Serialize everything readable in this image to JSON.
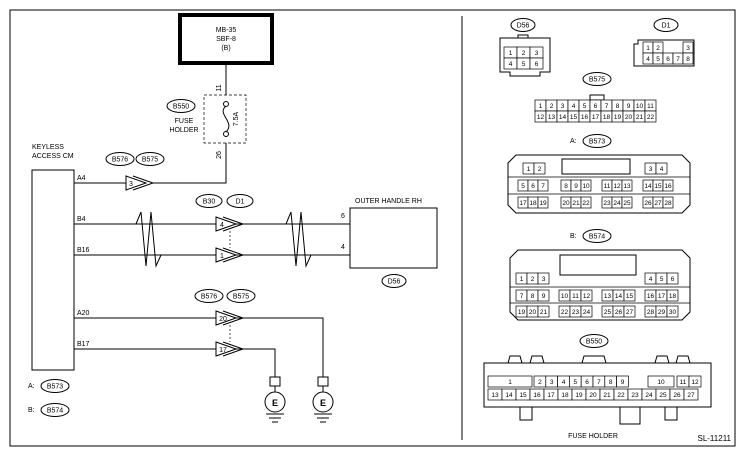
{
  "power_source": {
    "line1": "MB-35",
    "line2": "SBF-8",
    "line3": "(B)"
  },
  "fuse": {
    "badge": "B550",
    "label_line1": "FUSE",
    "label_line2": "HOLDER",
    "rating": "7.5A",
    "pin_top": "11",
    "pin_bottom": "26"
  },
  "keyless_cm": {
    "label_line1": "KEYLESS",
    "label_line2": "ACCESS CM",
    "pins": [
      "A4",
      "B4",
      "B16",
      "A20",
      "B17"
    ]
  },
  "connector_badges": {
    "top_left": "B576",
    "top_right": "B575",
    "mid_left": "B30",
    "mid_right": "D1",
    "low_left": "B576",
    "low_right": "B575",
    "handle": "D56"
  },
  "junction_pins": {
    "a4": "3",
    "b4": "4",
    "b16": "1",
    "a20": "20",
    "b17": "17"
  },
  "outer_handle": {
    "label": "OUTER HANDLE RH",
    "pin6": "6",
    "pin4": "4"
  },
  "legend": [
    {
      "key": "A:",
      "badge": "B573"
    },
    {
      "key": "B:",
      "badge": "B574"
    }
  ],
  "ground_label": "E",
  "right_panel": {
    "d56": {
      "badge": "D56",
      "pins": [
        "1",
        "2",
        "3",
        "4",
        "5",
        "6"
      ]
    },
    "d1": {
      "badge": "D1",
      "pins": [
        "1",
        "2",
        "3",
        "4",
        "5",
        "6",
        "7",
        "8"
      ]
    },
    "b575": {
      "badge": "B575",
      "row1": [
        "1",
        "2",
        "3",
        "4",
        "5",
        "6",
        "7",
        "8",
        "9",
        "10",
        "11"
      ],
      "row2": [
        "12",
        "13",
        "14",
        "15",
        "16",
        "17",
        "18",
        "19",
        "20",
        "21",
        "22"
      ]
    },
    "b573": {
      "prefix": "A:",
      "badge": "B573",
      "r1a": [
        "1",
        "2"
      ],
      "r1b": [
        "3",
        "4"
      ],
      "r2a": [
        "5",
        "6",
        "7"
      ],
      "r2b": [
        "8",
        "9",
        "10"
      ],
      "r2c": [
        "11",
        "12",
        "13"
      ],
      "r2d": [
        "14",
        "15",
        "16"
      ],
      "r3a": [
        "17",
        "18",
        "19"
      ],
      "r3b": [
        "20",
        "21",
        "22"
      ],
      "r3c": [
        "23",
        "24",
        "25"
      ],
      "r3d": [
        "26",
        "27",
        "28"
      ]
    },
    "b574": {
      "prefix": "B:",
      "badge": "B574",
      "r1a": [
        "1",
        "2",
        "3"
      ],
      "r1b": [
        "4",
        "5",
        "6"
      ],
      "r2a": [
        "7",
        "8",
        "9"
      ],
      "r2b": [
        "10",
        "11",
        "12"
      ],
      "r2c": [
        "13",
        "14",
        "15"
      ],
      "r2d": [
        "16",
        "17",
        "18"
      ],
      "r3a": [
        "19",
        "20",
        "21"
      ],
      "r3b": [
        "22",
        "23",
        "24"
      ],
      "r3c": [
        "25",
        "26",
        "27"
      ],
      "r3d": [
        "28",
        "29",
        "30"
      ]
    },
    "b550": {
      "badge": "B550",
      "top_big1": "1",
      "top_small": [
        "2",
        "3",
        "4",
        "5",
        "6",
        "7",
        "8",
        "9"
      ],
      "top_big10": "10",
      "top_tail": [
        "11",
        "12"
      ],
      "bottom": [
        "13",
        "14",
        "15",
        "16",
        "17",
        "18",
        "19",
        "20",
        "21",
        "22",
        "23",
        "24",
        "25",
        "26",
        "27"
      ],
      "caption": "FUSE HOLDER"
    }
  },
  "diagram_code": "SL-11211"
}
